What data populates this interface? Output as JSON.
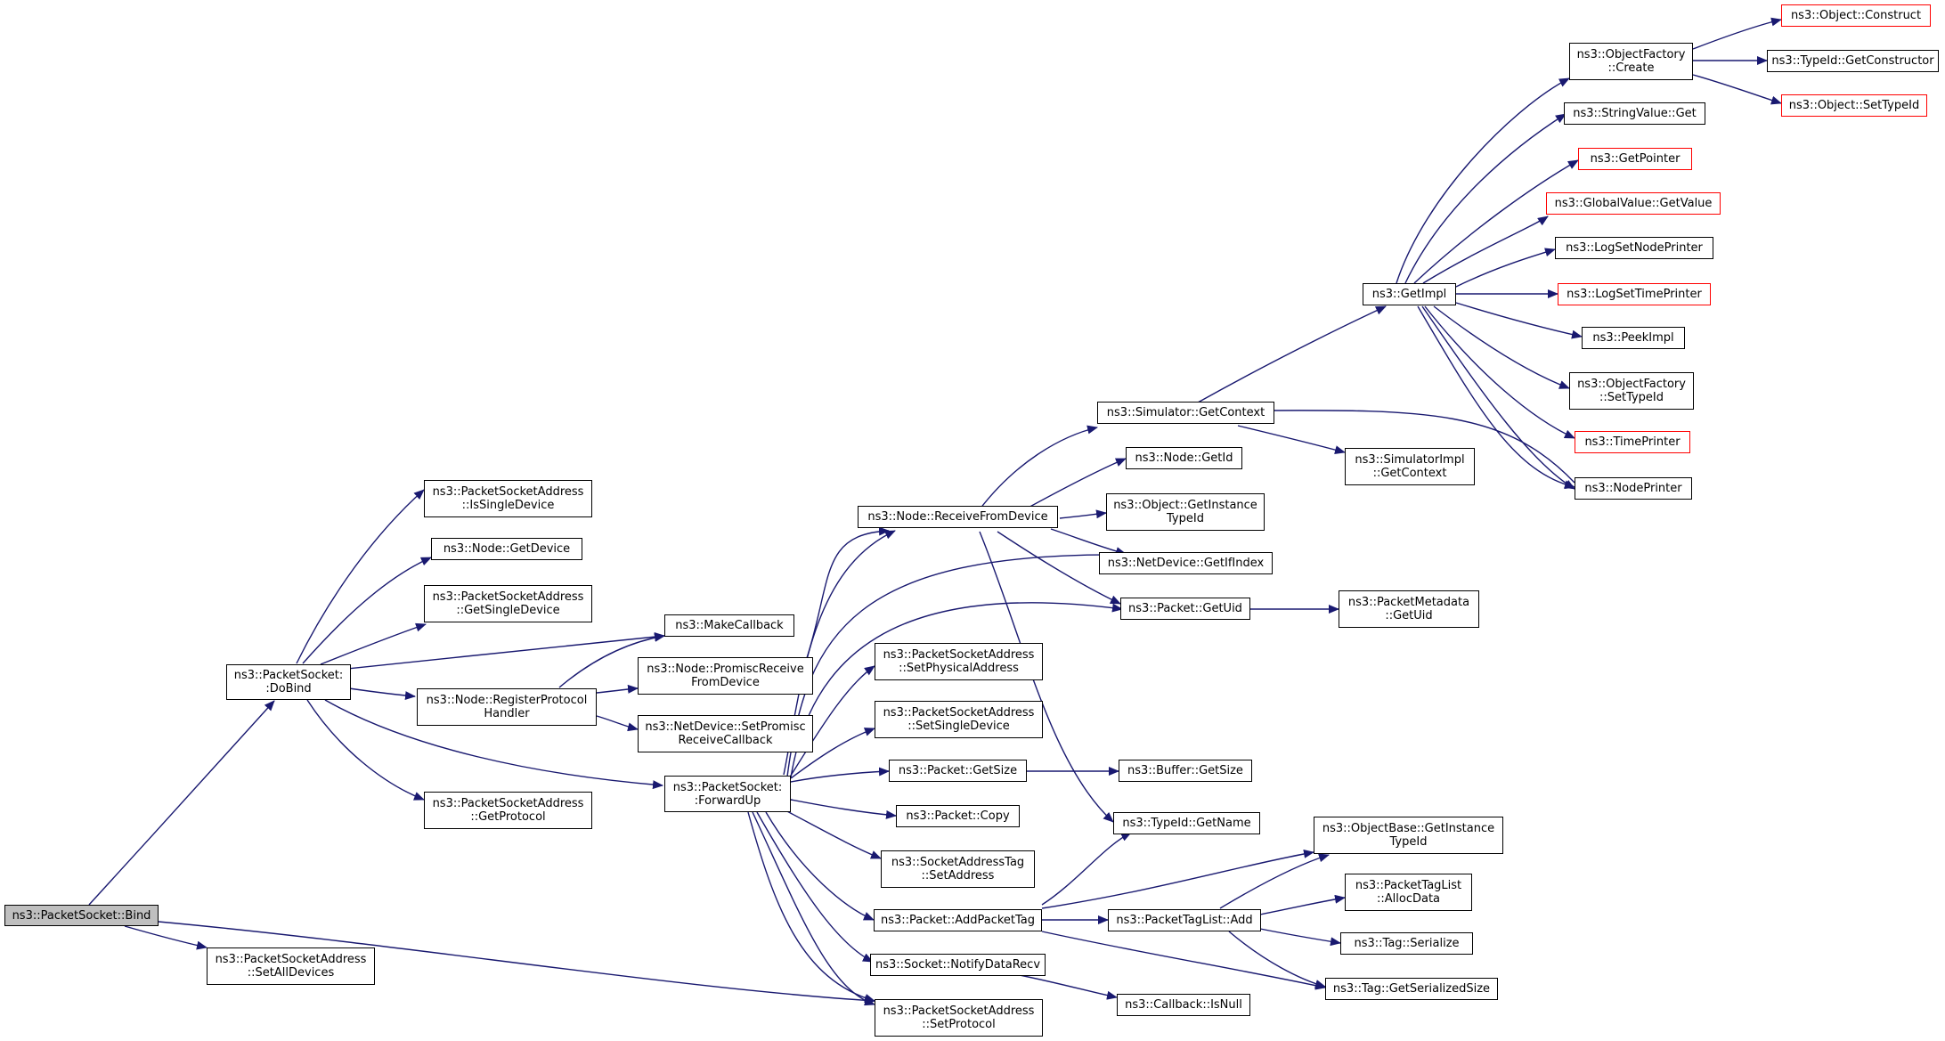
{
  "colors": {
    "edge": "#191970",
    "node_border": "#000000",
    "truncated_border": "#ff0000",
    "root_fill": "#bfbfbf"
  },
  "nodes": {
    "bind": {
      "lines": [
        "ns3::PacketSocket::Bind"
      ]
    },
    "dobind": {
      "lines": [
        "ns3::PacketSocket:",
        ":DoBind"
      ]
    },
    "setalldevices": {
      "lines": [
        "ns3::PacketSocketAddress",
        "::SetAllDevices"
      ]
    },
    "setprotocol": {
      "lines": [
        "ns3::PacketSocketAddress",
        "::SetProtocol"
      ]
    },
    "issingledevice": {
      "lines": [
        "ns3::PacketSocketAddress",
        "::IsSingleDevice"
      ]
    },
    "getdevice": {
      "lines": [
        "ns3::Node::GetDevice"
      ]
    },
    "getsingledevice": {
      "lines": [
        "ns3::PacketSocketAddress",
        "::GetSingleDevice"
      ]
    },
    "makecallback": {
      "lines": [
        "ns3::MakeCallback"
      ]
    },
    "registerprotocolhandler": {
      "lines": [
        "ns3::Node::RegisterProtocol",
        "Handler"
      ]
    },
    "getprotocol": {
      "lines": [
        "ns3::PacketSocketAddress",
        "::GetProtocol"
      ]
    },
    "promiscreceive": {
      "lines": [
        "ns3::Node::PromiscReceive",
        "FromDevice"
      ]
    },
    "setpromisccb": {
      "lines": [
        "ns3::NetDevice::SetPromisc",
        "ReceiveCallback"
      ]
    },
    "forwardup": {
      "lines": [
        "ns3::PacketSocket:",
        ":ForwardUp"
      ]
    },
    "receivefromdevice": {
      "lines": [
        "ns3::Node::ReceiveFromDevice"
      ]
    },
    "setphysicaladdress": {
      "lines": [
        "ns3::PacketSocketAddress",
        "::SetPhysicalAddress"
      ]
    },
    "setsingledevice": {
      "lines": [
        "ns3::PacketSocketAddress",
        "::SetSingleDevice"
      ]
    },
    "packetgetsize": {
      "lines": [
        "ns3::Packet::GetSize"
      ]
    },
    "packetcopy": {
      "lines": [
        "ns3::Packet::Copy"
      ]
    },
    "socketaddresstag": {
      "lines": [
        "ns3::SocketAddressTag",
        "::SetAddress"
      ]
    },
    "addpackettag": {
      "lines": [
        "ns3::Packet::AddPacketTag"
      ]
    },
    "notifydatarecv": {
      "lines": [
        "ns3::Socket::NotifyDataRecv"
      ]
    },
    "simgetcontext": {
      "lines": [
        "ns3::Simulator::GetContext"
      ]
    },
    "nodegetid": {
      "lines": [
        "ns3::Node::GetId"
      ]
    },
    "objgetinstancetypeid": {
      "lines": [
        "ns3::Object::GetInstance",
        "TypeId"
      ]
    },
    "getifindex": {
      "lines": [
        "ns3::NetDevice::GetIfIndex"
      ]
    },
    "packetgetuid": {
      "lines": [
        "ns3::Packet::GetUid"
      ]
    },
    "buffergetsize": {
      "lines": [
        "ns3::Buffer::GetSize"
      ]
    },
    "typeidgetname": {
      "lines": [
        "ns3::TypeId::GetName"
      ]
    },
    "packettaglistadd": {
      "lines": [
        "ns3::PacketTagList::Add"
      ]
    },
    "callbackisnull": {
      "lines": [
        "ns3::Callback::IsNull"
      ]
    },
    "getimpl": {
      "lines": [
        "ns3::GetImpl"
      ]
    },
    "simimplgetcontext": {
      "lines": [
        "ns3::SimulatorImpl",
        "::GetContext"
      ]
    },
    "metadatagetuid": {
      "lines": [
        "ns3::PacketMetadata",
        "::GetUid"
      ]
    },
    "objbasegetinstancetypeid": {
      "lines": [
        "ns3::ObjectBase::GetInstance",
        "TypeId"
      ]
    },
    "allocdata": {
      "lines": [
        "ns3::PacketTagList",
        "::AllocData"
      ]
    },
    "tagserialize": {
      "lines": [
        "ns3::Tag::Serialize"
      ]
    },
    "taggetserializedsize": {
      "lines": [
        "ns3::Tag::GetSerializedSize"
      ]
    },
    "objfactorycreate": {
      "lines": [
        "ns3::ObjectFactory",
        "::Create"
      ]
    },
    "stringvalueget": {
      "lines": [
        "ns3::StringValue::Get"
      ]
    },
    "getpointer": {
      "lines": [
        "ns3::GetPointer"
      ]
    },
    "globalvaluegetvalue": {
      "lines": [
        "ns3::GlobalValue::GetValue"
      ]
    },
    "logsetnodeprinter": {
      "lines": [
        "ns3::LogSetNodePrinter"
      ]
    },
    "logsettimeprinter": {
      "lines": [
        "ns3::LogSetTimePrinter"
      ]
    },
    "peekimpl": {
      "lines": [
        "ns3::PeekImpl"
      ]
    },
    "objfactorysettypeid": {
      "lines": [
        "ns3::ObjectFactory",
        "::SetTypeId"
      ]
    },
    "timeprinter": {
      "lines": [
        "ns3::TimePrinter"
      ]
    },
    "nodeprinter": {
      "lines": [
        "ns3::NodePrinter"
      ]
    },
    "objectconstruct": {
      "lines": [
        "ns3::Object::Construct"
      ]
    },
    "typeidgetconstructor": {
      "lines": [
        "ns3::TypeId::GetConstructor"
      ]
    },
    "objectsettypeid": {
      "lines": [
        "ns3::Object::SetTypeId"
      ]
    }
  }
}
